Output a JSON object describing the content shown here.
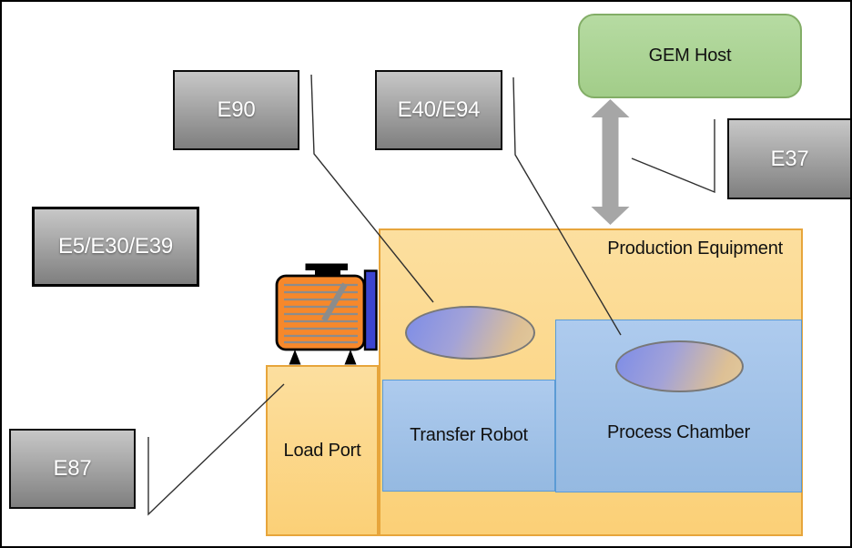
{
  "diagram_labels": {
    "gem_host": "GEM Host",
    "e90": "E90",
    "e40_e94": "E40/E94",
    "e37": "E37",
    "e5_e30_e39": "E5/E30/E39",
    "e87": "E87",
    "production_equipment": "Production Equipment",
    "load_port": "Load Port",
    "transfer_robot": "Transfer Robot",
    "process_chamber": "Process Chamber"
  },
  "connectors": [
    {
      "from": "E90",
      "to": "wafer ellipse inside Production Equipment"
    },
    {
      "from": "E40/E94",
      "to": "wafer ellipse inside Process Chamber"
    },
    {
      "from": "E37",
      "to": "host-to-equipment communication arrow"
    },
    {
      "from": "E87",
      "to": "Load Port"
    }
  ],
  "icons": {
    "host_link": "double-headed-arrow-icon",
    "carrier": "foup-carrier-icon",
    "wafers": "wafer-ellipse-icon"
  },
  "colors": {
    "host_fill": "#a9d18e",
    "host_border": "#82ad66",
    "equipment_fill": "#fbd68b",
    "equipment_border": "#e7a53b",
    "module_fill": "#a6c6ea",
    "module_border": "#5b9bd5",
    "standard_box_top": "#c7c7c7",
    "standard_box_bottom": "#7f7f7f",
    "standard_text": "#ffffff",
    "arrow_gray": "#a6a6a6",
    "carrier_orange": "#f6882b",
    "carrier_door_blue": "#3c45d0",
    "wafer_blue": "#8390e5",
    "wafer_tan": "#ddc095"
  }
}
